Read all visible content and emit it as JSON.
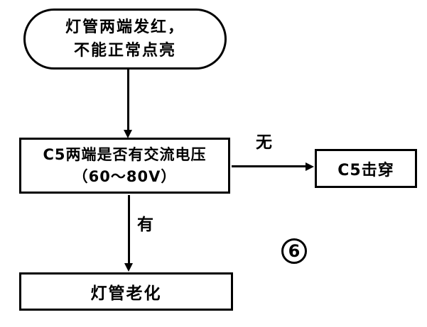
{
  "figure": {
    "number": "6"
  },
  "nodes": {
    "start": {
      "line1": "灯管两端发红，",
      "line2": "不能正常点亮"
    },
    "decision": {
      "line1": "C5两端是否有交流电压",
      "line2": "（60～80V）"
    },
    "no_branch": {
      "label": "无",
      "result": "C5击穿"
    },
    "yes_branch": {
      "label": "有",
      "result": "灯管老化"
    }
  }
}
